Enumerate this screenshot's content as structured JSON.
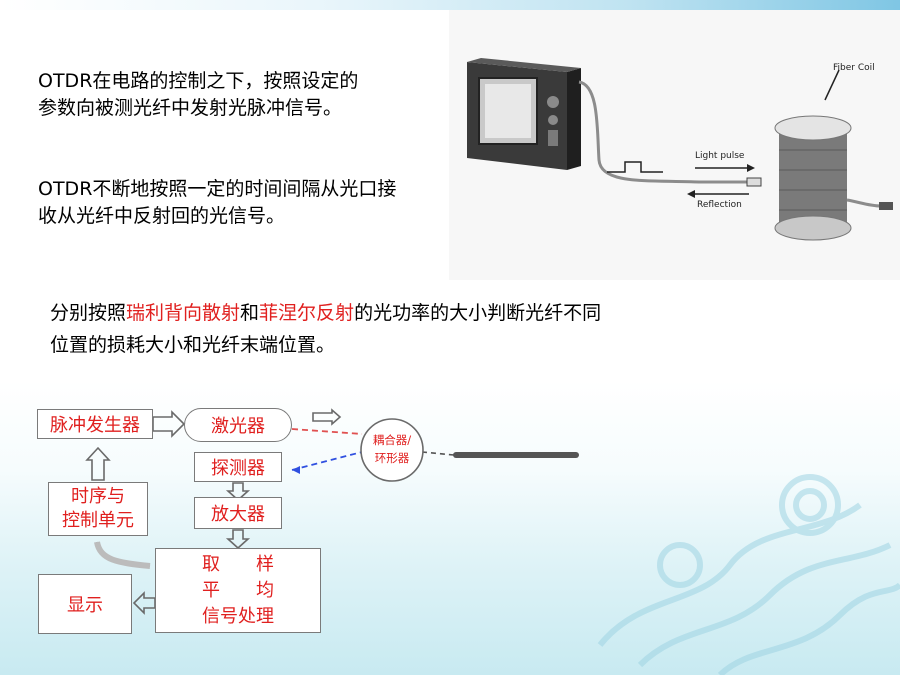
{
  "text1": {
    "line1": "OTDR在电路的控制之下，按照设定的",
    "line2": "参数向被测光纤中发射光脉冲信号。"
  },
  "text2": {
    "line1": "OTDR不断地按照一定的时间间隔从光口接",
    "line2": "收从光纤中反射回的光信号。"
  },
  "text3": {
    "seg1": "分别按照",
    "seg2": "瑞利背向散射",
    "seg3": "和",
    "seg4": "菲涅尔反射",
    "seg5": "的光功率的大小判断光纤不同",
    "line2": "位置的损耗大小和光纤末端位置。"
  },
  "figure": {
    "fiber_coil_label": "Fiber Coil",
    "light_pulse_label": "Light pulse",
    "reflection_label": "Reflection"
  },
  "diagram": {
    "pulse_generator": "脉冲发生器",
    "laser": "激光器",
    "detector": "探测器",
    "amplifier": "放大器",
    "timing_line1": "时序与",
    "timing_line2": "控制单元",
    "sampling_line1": "取　　样",
    "sampling_line2": "平　　均",
    "sampling_line3": "信号处理",
    "display": "显示",
    "coupler_line1": "耦合器/",
    "coupler_line2": "环形器"
  },
  "colors": {
    "accent_red": "#e0201f",
    "dashed_red": "#e05050",
    "dashed_blue": "#3050e0"
  }
}
